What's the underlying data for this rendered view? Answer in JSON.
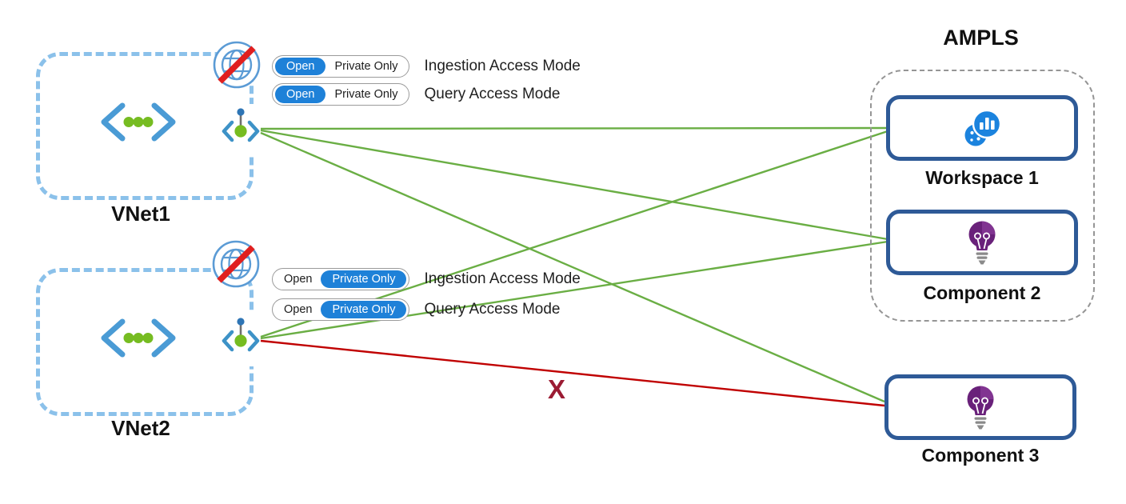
{
  "colors": {
    "allowed_link": "#6aae44",
    "blocked_link": "#c00000",
    "blocked_marker_color": "#9b1b33",
    "toggle_active": "#1e81d8",
    "vnet_border": "#8bc1ea",
    "resource_border": "#2e5a97",
    "globe_blue": "#5b9bd5",
    "vnet_icon_blue": "#4a9bd5",
    "vnet_icon_green": "#76bc21",
    "workspace_icon_blue": "#1b83de",
    "app_insights_purple": "#69217a"
  },
  "vnets": [
    {
      "label": "VNet1",
      "modes": [
        {
          "label": "Ingestion Access Mode",
          "options": [
            "Open",
            "Private Only"
          ],
          "selected": "Open"
        },
        {
          "label": "Query Access Mode",
          "options": [
            "Open",
            "Private Only"
          ],
          "selected": "Open"
        }
      ]
    },
    {
      "label": "VNet2",
      "modes": [
        {
          "label": "Ingestion Access Mode",
          "options": [
            "Open",
            "Private Only"
          ],
          "selected": "Private Only"
        },
        {
          "label": "Query Access Mode",
          "options": [
            "Open",
            "Private Only"
          ],
          "selected": "Private Only"
        }
      ]
    }
  ],
  "ampls": {
    "title": "AMPLS",
    "members": [
      {
        "label": "Workspace 1",
        "icon": "log-analytics-workspace-icon"
      },
      {
        "label": "Component 2",
        "icon": "application-insights-icon"
      }
    ]
  },
  "external_resources": [
    {
      "label": "Component 3",
      "icon": "application-insights-icon"
    }
  ],
  "connections": [
    {
      "from": "VNet1",
      "to": "Workspace 1",
      "status": "allowed"
    },
    {
      "from": "VNet1",
      "to": "Component 2",
      "status": "allowed"
    },
    {
      "from": "VNet1",
      "to": "Component 3",
      "status": "allowed"
    },
    {
      "from": "VNet2",
      "to": "Workspace 1",
      "status": "allowed"
    },
    {
      "from": "VNet2",
      "to": "Component 2",
      "status": "allowed"
    },
    {
      "from": "VNet2",
      "to": "Component 3",
      "status": "blocked"
    }
  ],
  "blocked_marker": "X"
}
